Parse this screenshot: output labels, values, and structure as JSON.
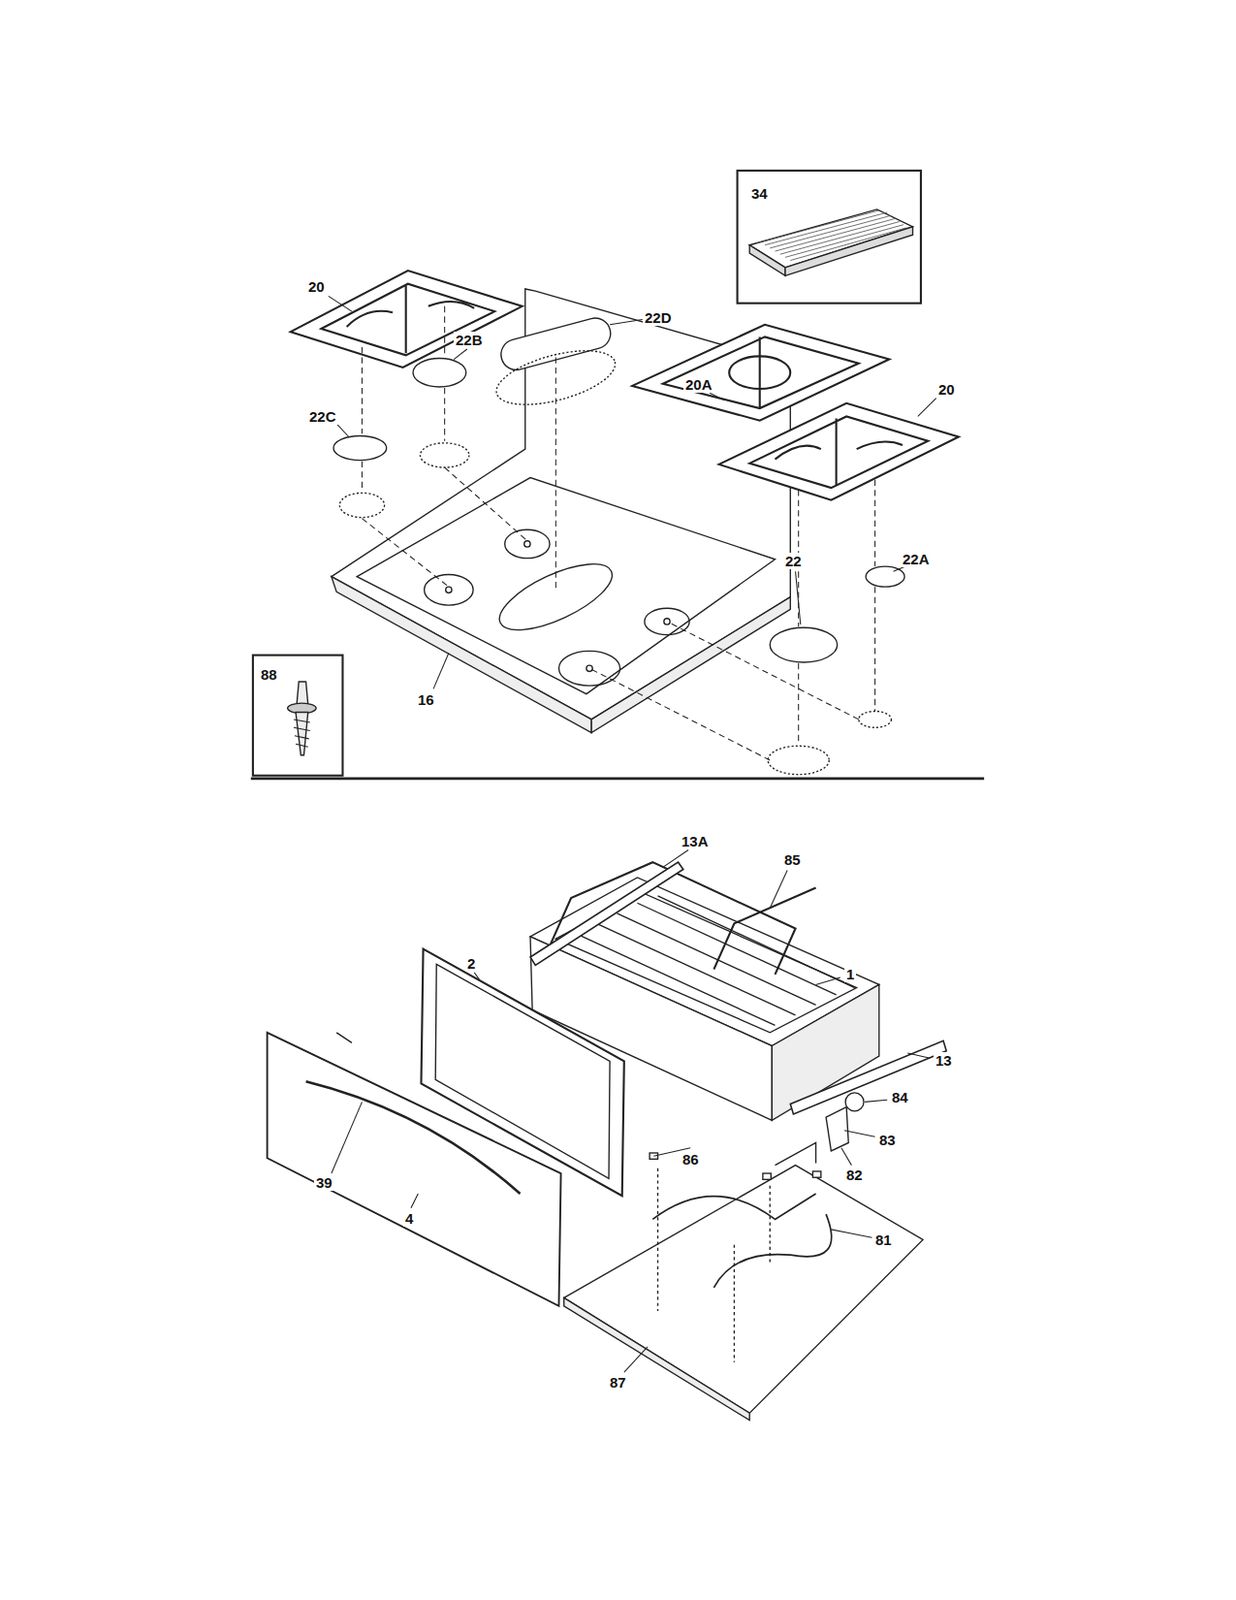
{
  "diagram": {
    "labels": [
      "34",
      "20",
      "22D",
      "22B",
      "20A",
      "20",
      "22C",
      "22",
      "22A",
      "88",
      "16",
      "13A",
      "85",
      "2",
      "1",
      "13",
      "84",
      "39",
      "83",
      "86",
      "82",
      "4",
      "81",
      "87"
    ]
  }
}
